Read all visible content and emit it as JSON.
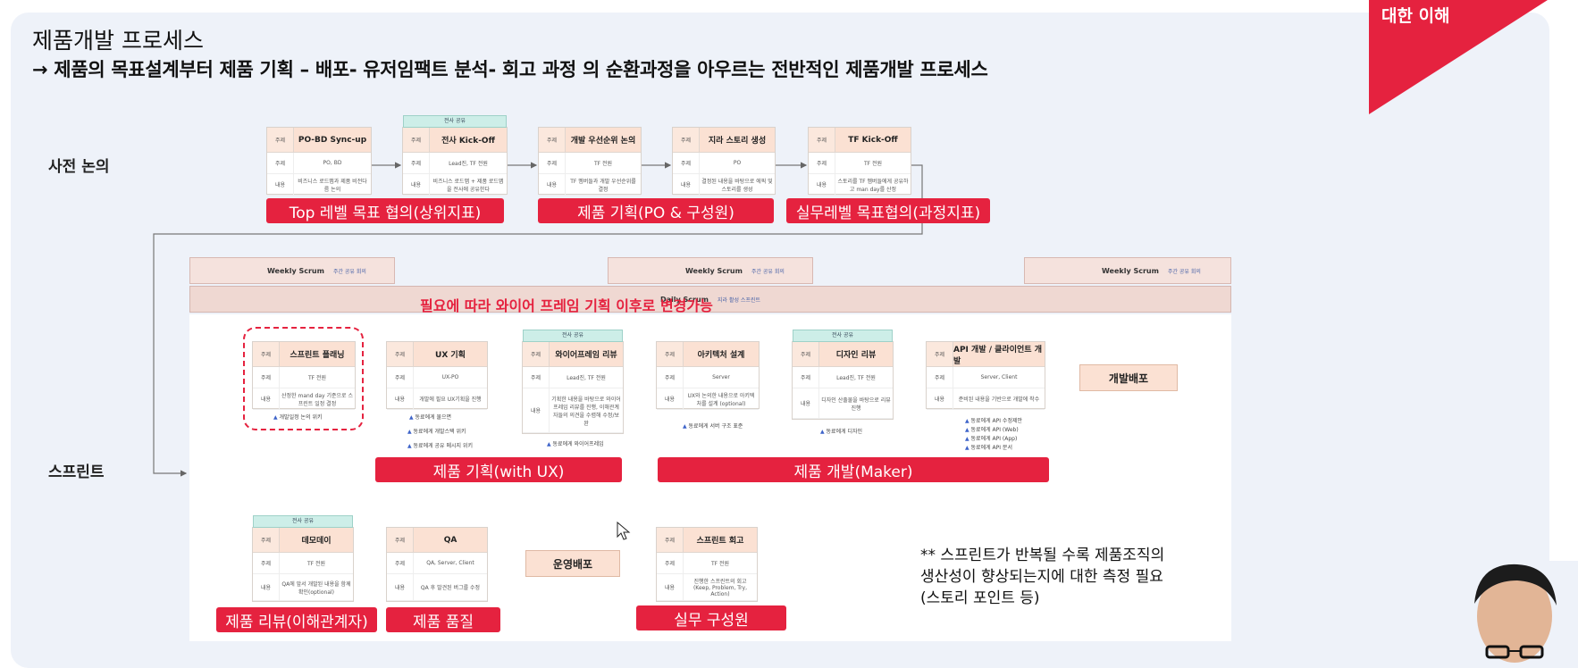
{
  "header": {
    "title": "제품개발 프로세스",
    "subtitle": "→ 제품의 목표설계부터 제품 기획 – 배포- 유저임팩트 분석- 회고 과정 의 순환과정을 아우르는 전반적인 제품개발 프로세스",
    "ribbon": "대한 이해"
  },
  "sections": {
    "pre": "사전 논의",
    "sprint": "스프린트"
  },
  "row_labels": {
    "topic": "주제",
    "who": "주제",
    "content": "내용"
  },
  "pre_cards": [
    {
      "title": "PO-BD Sync-up",
      "who": "PO, BD",
      "content": "비즈니스 로드맵과 제품 비전다름 논의"
    },
    {
      "title": "전사 Kick-Off",
      "chip": "전사 공유",
      "who": "Lead진, TF 전원",
      "content": "비즈니스 로드맵 + 제품 로드맵을 전사에 공유한다"
    },
    {
      "title": "개발 우선순위 논의",
      "who": "TF 전원",
      "content": "TF 멤버들과 개발 우선순위를 결정"
    },
    {
      "title": "지라 스토리 생성",
      "who": "PO",
      "content": "결정된 내용을 바탕으로 에픽 및 스토리를 생성"
    },
    {
      "title": "TF Kick-Off",
      "who": "TF 전원",
      "content": "스토리를 TF 멤버들에게 공유하고 man day를 산정"
    }
  ],
  "pre_labels": [
    "Top 레벨 목표 협의(상위지표)",
    "제품 기획(PO & 구성원)",
    "실무레벨 목표협의(과정지표)"
  ],
  "scrum": {
    "weekly": "Weekly Scrum",
    "weekly_tag": "주간 공유 회의",
    "daily": "Daily Scrum",
    "daily_tag": "지라 활성 스프린트"
  },
  "change_note": "필요에 따라 와이어 프레임 기획 이후로 변경가능",
  "sprint_cards": [
    {
      "title": "스프린트 플래닝",
      "who": "TF 전원",
      "content": "산정한 mand day 기준으로 스프린트 일정 결정"
    },
    {
      "title": "UX 기획",
      "who": "UX-PO",
      "content": "개발에 필요 UX기획을 진행"
    },
    {
      "title": "와이어프레임 리뷰",
      "chip": "전사 공유",
      "who": "Lead진, TF 전원",
      "content": "기획한 내용을 바탕으로 와이어프레임 리뷰를 진행, 이해관계자들의 의견을 수렴해 수정/보완"
    },
    {
      "title": "아키텍처 설계",
      "who": "Server",
      "content": "UX와 논의한 내용으로 아키텍처를 설계 (optional)"
    },
    {
      "title": "디자인 리뷰",
      "chip": "전사 공유",
      "who": "Lead진, TF 전원",
      "content": "디자인 산출물을 바탕으로 리뷰 진행"
    },
    {
      "title": "API 개발 / 클라이언트 개발",
      "who": "Server, Client",
      "content": "준비된 내용을 기반으로 개발에 착수"
    }
  ],
  "deploy_dev": "개발배포",
  "sprint_labels": [
    "제품 기획(with UX)",
    "제품 개발(Maker)"
  ],
  "bottom_cards": [
    {
      "title": "데모데이",
      "chip": "전사 공유",
      "who": "TF 전원",
      "content": "QA에 앞서 개발된 내용을 함께 확인(optional)"
    },
    {
      "title": "QA",
      "who": "QA, Server, Client",
      "content": "QA 후 발견된 버그를 수정"
    },
    {
      "title": "스프린트 회고",
      "who": "TF 전원",
      "content": "진행한 스프린트의 회고 (Keep, Problem, Try, Action)"
    }
  ],
  "ops_deploy": "운영배포",
  "bottom_labels": [
    "제품 리뷰(이해관계자)",
    "제품 품질",
    "실무 구성원"
  ],
  "tiny_notes": {
    "planning": "개발일정 논의 위키",
    "ux1": "동료에게 물으면",
    "ux2": "동료에게 개발스택 위키",
    "ux3": "동료에게 공유 메시지 위키",
    "wire": "동료에게 와이어프레임",
    "arch": "동료에게 서버 구조 표준",
    "design": "동료에게 디자인",
    "api1": "동료에게 API 수정제안",
    "api2": "동료에게 API (Web)",
    "api3": "동료에게 API (App)",
    "api4": "동료에게 API 문서"
  },
  "note": {
    "line1": "** 스프린트가 반복될 수록 제품조직의",
    "line2": "생산성이 향상되는지에 대한 측정 필요",
    "line3": "(스토리 포인트 등)"
  },
  "colors": {
    "accent_red": "#e5223f",
    "card_header": "#fbe1d3",
    "chip": "#cdeee8",
    "background": "#eef2f9"
  }
}
